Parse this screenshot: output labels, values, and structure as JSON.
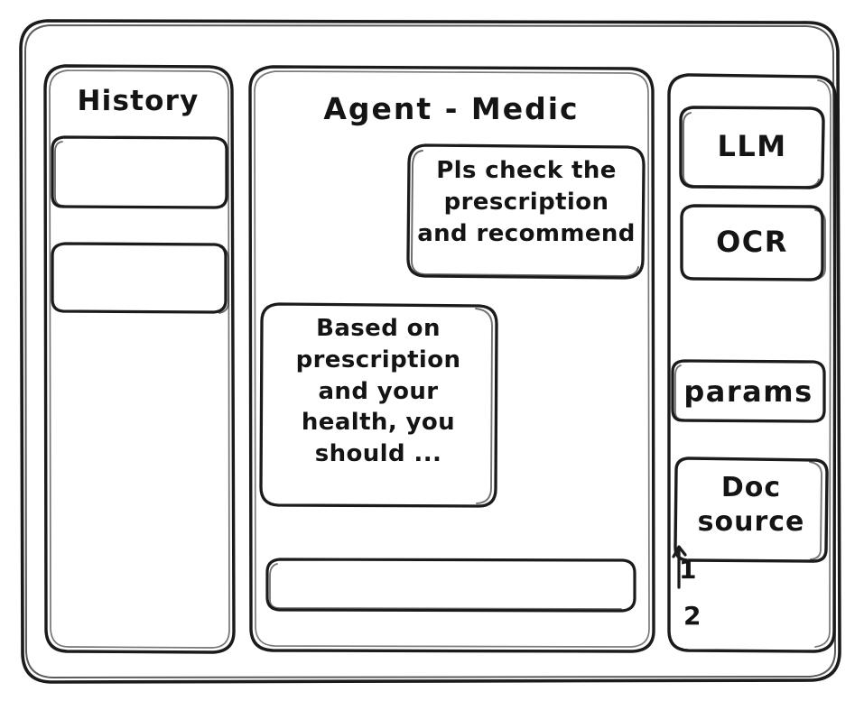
{
  "window": {
    "frame_name": "app-window"
  },
  "sidebar_left": {
    "title": "History",
    "items": [
      {
        "label": ""
      },
      {
        "label": ""
      }
    ]
  },
  "main": {
    "title": "Agent - Medic",
    "messages": [
      {
        "role": "user",
        "text": "Pls check the\nprescription\nand recommend"
      },
      {
        "role": "assistant",
        "text": "Based on\nprescription\nand your\nhealth, you\nshould ..."
      }
    ],
    "composer": {
      "value": "",
      "placeholder": ""
    }
  },
  "sidebar_right": {
    "chips": [
      {
        "label": "LLM"
      },
      {
        "label": "OCR"
      },
      {
        "label": "params"
      },
      {
        "label": "Doc\nsource"
      }
    ],
    "markers": [
      {
        "label": "1"
      },
      {
        "label": "2"
      }
    ]
  },
  "style": {
    "stroke": "#1b1b1b",
    "background": "#ffffff"
  }
}
